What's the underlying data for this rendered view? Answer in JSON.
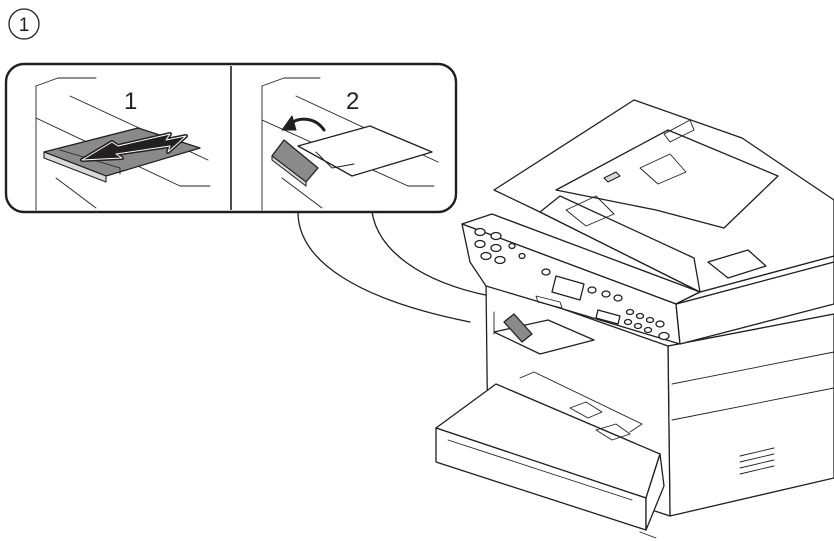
{
  "step_marker": "1",
  "callout": {
    "panels": [
      {
        "label": "1"
      },
      {
        "label": "2"
      }
    ]
  }
}
